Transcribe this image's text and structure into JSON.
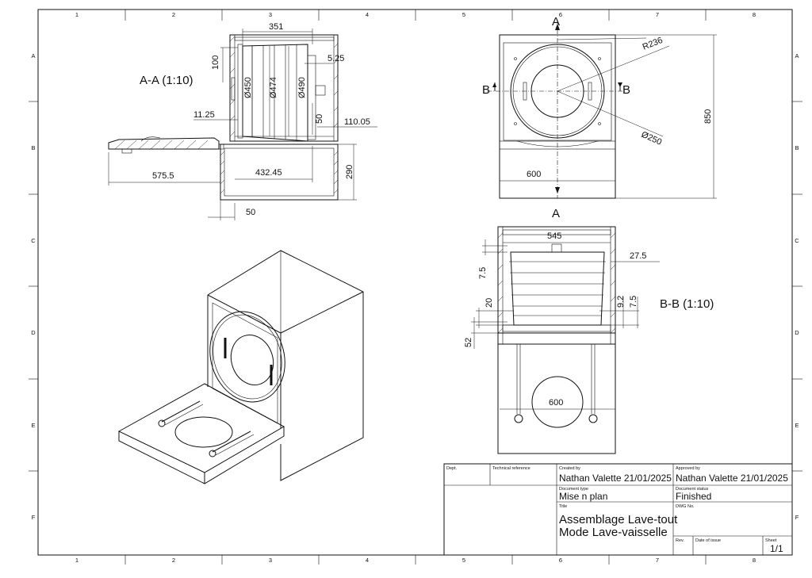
{
  "frame": {
    "cols_top": [
      "1",
      "2",
      "3",
      "4",
      "5",
      "6",
      "7",
      "8"
    ],
    "cols_bottom": [
      "1",
      "2",
      "3",
      "4",
      "5",
      "6",
      "7",
      "8"
    ],
    "rows_left": [
      "A",
      "B",
      "C",
      "D",
      "E",
      "F"
    ],
    "rows_right": [
      "A",
      "B",
      "C",
      "D",
      "E",
      "F"
    ]
  },
  "section_aa": {
    "title": "A-A (1:10)",
    "dims": {
      "d351": "351",
      "d100": "100",
      "d525": "5.25",
      "d450": "Ø450",
      "d474": "Ø474",
      "d490": "Ø490",
      "d1125": "11.25",
      "d50a": "50",
      "d11005": "110.05",
      "d5755": "575.5",
      "d43245": "432.45",
      "d290": "290",
      "d50b": "50"
    }
  },
  "front_view": {
    "label_a_top": "A",
    "label_a_bottom": "A",
    "label_b_left": "B",
    "label_b_right": "B",
    "dims": {
      "r236": "R236",
      "d250": "Ø250",
      "h850": "850",
      "w600": "600"
    }
  },
  "section_bb": {
    "title": "B-B (1:10)",
    "dims": {
      "d545": "545",
      "d275": "27.5",
      "d75a": "7.5",
      "d20": "20",
      "d92": "9.2",
      "d75b": "7.5",
      "d52": "52",
      "d600": "600"
    }
  },
  "title_block": {
    "dept_label": "Dept.",
    "techref_label": "Technical reference",
    "created_by_label": "Created by",
    "created_by_value": "Nathan Valette  21/01/2025",
    "approved_by_label": "Approved by",
    "approved_by_value": "Nathan Valette  21/01/2025",
    "doc_type_label": "Document type",
    "doc_type_value": "Mise n plan",
    "doc_status_label": "Document status",
    "doc_status_value": "Finished",
    "title_label": "Title",
    "title_line1": "Assemblage Lave-tout",
    "title_line2": "Mode Lave-vaisselle",
    "dwg_label": "DWG No.",
    "rev_label": "Rev.",
    "date_issue_label": "Date of issue",
    "sheet_label": "Sheet",
    "sheet_value": "1/1"
  }
}
